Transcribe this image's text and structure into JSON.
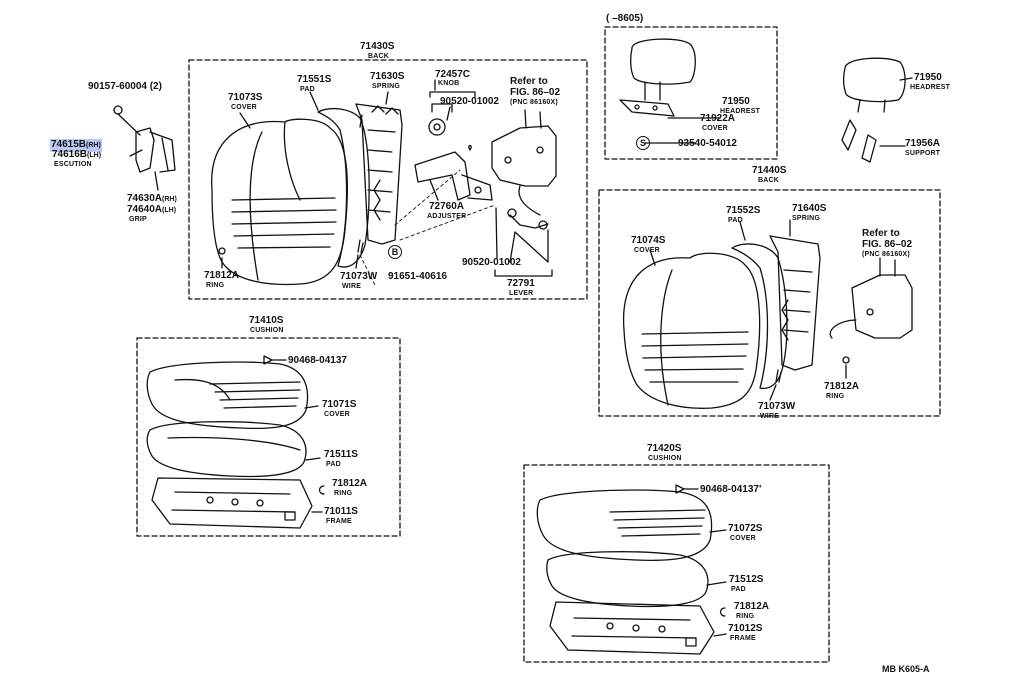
{
  "labels": {
    "backL_asm": {
      "num": "71430S",
      "sub": "BACK"
    },
    "backR_asm": {
      "num": "71440S",
      "sub": "BACK"
    },
    "cushL_asm": {
      "num": "71410S",
      "sub": "CUSHION"
    },
    "cushR_asm": {
      "num": "71420S",
      "sub": "CUSHION"
    },
    "cover_71073S": {
      "num": "71073S",
      "sub": "COVER"
    },
    "pad_71551S": {
      "num": "71551S",
      "sub": "PAD"
    },
    "spring_71630S": {
      "num": "71630S",
      "sub": "SPRING"
    },
    "knob_72457C": {
      "num": "72457C",
      "sub": "KNOB"
    },
    "bolt_90520a": {
      "num": "90520-01002"
    },
    "refer_left": {
      "line1": "Refer to",
      "line2": "FIG. 86–02",
      "line3": "(PNC 86160X)"
    },
    "adjuster_72760A": {
      "num": "72760A",
      "sub": "ADJUSTER"
    },
    "bolt_90520b": {
      "num": "90520-01002"
    },
    "lever_72791": {
      "num": "72791",
      "sub": "LEVER"
    },
    "ring_71812A_1": {
      "num": "71812A",
      "sub": "RING"
    },
    "wire_71073W_1": {
      "num": "71073W",
      "sub": "WIRE"
    },
    "screw_91651": {
      "num": "91651-40616"
    },
    "screw_90157": {
      "num": "90157-60004 (2)"
    },
    "escution": {
      "num1": "74615B",
      "num1sfx": "(RH)",
      "num2": "74616B",
      "num2sfx": "(LH)",
      "sub": "ESCUTION"
    },
    "grip": {
      "num1": "74630A",
      "num1sfx": "(RH)",
      "num2": "74640A",
      "num2sfx": "(LH)",
      "sub": "GRIP"
    },
    "hr_box_title": {
      "text": "(     –8605)"
    },
    "headrest_71950a": {
      "num": "71950",
      "sub": "HEADREST"
    },
    "cover_71922A": {
      "num": "71922A",
      "sub": "COVER"
    },
    "screw_93540": {
      "num": "93540-54012"
    },
    "headrest_71950b": {
      "num": "71950",
      "sub": "HEADREST"
    },
    "support_71956A": {
      "num": "71956A",
      "sub": "SUPPORT"
    },
    "cover_71074S": {
      "num": "71074S",
      "sub": "COVER"
    },
    "pad_71552S": {
      "num": "71552S",
      "sub": "PAD"
    },
    "spring_71640S": {
      "num": "71640S",
      "sub": "SPRING"
    },
    "refer_right": {
      "line1": "Refer to",
      "line2": "FIG. 86–02",
      "line3": "(PNC 86160X)"
    },
    "ring_71812A_2": {
      "num": "71812A",
      "sub": "RING"
    },
    "wire_71073W_2": {
      "num": "71073W",
      "sub": "WIRE"
    },
    "screw_90468a": {
      "num": "90468-04137"
    },
    "cover_71071S": {
      "num": "71071S",
      "sub": "COVER"
    },
    "pad_71511S": {
      "num": "71511S",
      "sub": "PAD"
    },
    "ring_71812A_3": {
      "num": "71812A",
      "sub": "RING"
    },
    "frame_71011S": {
      "num": "71011S",
      "sub": "FRAME"
    },
    "screw_90468b": {
      "num": "90468-04137'"
    },
    "cover_71072S": {
      "num": "71072S",
      "sub": "COVER"
    },
    "pad_71512S": {
      "num": "71512S",
      "sub": "PAD"
    },
    "ring_71812A_4": {
      "num": "71812A",
      "sub": "RING"
    },
    "frame_71012S": {
      "num": "71012S",
      "sub": "FRAME"
    },
    "marker_B": {
      "text": "B"
    },
    "marker_S": {
      "text": "S"
    },
    "drawing_code": {
      "text": "MB K605-A"
    }
  },
  "colors": {
    "ink": "#111111",
    "highlight": "#b9c9f3",
    "background": "#ffffff"
  }
}
